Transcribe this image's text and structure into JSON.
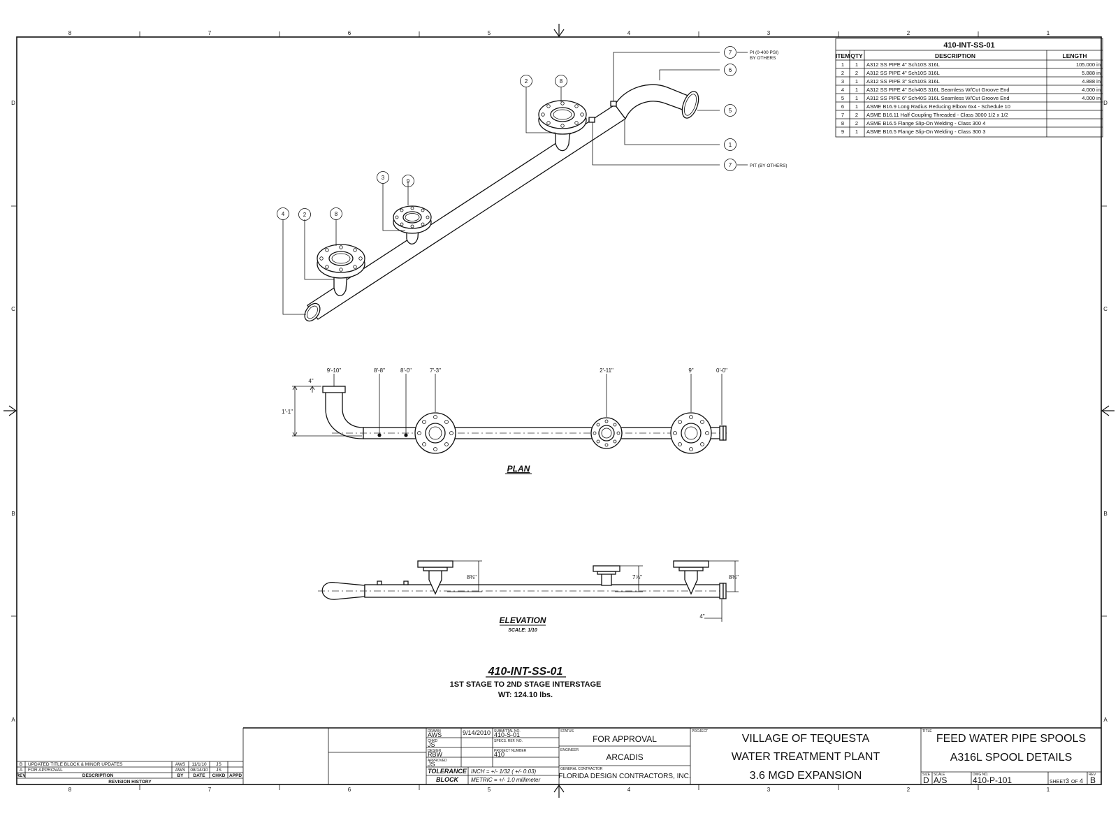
{
  "sheet": {
    "zone_numbers": [
      "8",
      "7",
      "6",
      "5",
      "4",
      "3",
      "2",
      "1"
    ],
    "zone_letters": [
      "D",
      "C",
      "B",
      "A"
    ]
  },
  "bom": {
    "title": "410-INT-SS-01",
    "headers": [
      "ITEM",
      "QTY",
      "DESCRIPTION",
      "LENGTH"
    ],
    "rows": [
      [
        "1",
        "1",
        "A312 SS PIPE 4\" Sch10S 316L",
        "105.000 in"
      ],
      [
        "2",
        "2",
        "A312 SS PIPE 4\" Sch10S 316L",
        "5.888 in"
      ],
      [
        "3",
        "1",
        "A312 SS PIPE 3\" Sch10S 316L",
        "4.888 in"
      ],
      [
        "4",
        "1",
        "A312 SS PIPE 4\" Sch40S 316L Seamless W/Cut Groove End",
        "4.000 in"
      ],
      [
        "5",
        "1",
        "A312 SS PIPE 6\" Sch40S 316L Seamless W/Cut Groove End",
        "4.000 in"
      ],
      [
        "6",
        "1",
        "ASME B16.9 Long Radius Reducing Elbow 6x4 - Schedule 10",
        ""
      ],
      [
        "7",
        "2",
        "ASME B16.11 Half Coupling Threaded - Class 3000 1/2 x 1/2",
        ""
      ],
      [
        "8",
        "2",
        "ASME B16.5 Flange Slip-On Welding - Class 300 4",
        ""
      ],
      [
        "9",
        "1",
        "ASME B16.5 Flange Slip-On Welding - Class 300 3",
        ""
      ]
    ]
  },
  "iso": {
    "balloons": [
      "2",
      "8",
      "3",
      "9",
      "4",
      "2",
      "8",
      "7",
      "6",
      "5",
      "1",
      "7"
    ],
    "note_pi_1": "PI (0-400 PSI)",
    "note_pi_2": "BY OTHERS",
    "note_pit": "PIT (BY OTHERS)"
  },
  "plan": {
    "title": "PLAN",
    "dims": [
      "9'-10\"",
      "8'-8\"",
      "8'-0\"",
      "7'-3\"",
      "2'-11\"",
      "9\"",
      "0'-0\""
    ],
    "dim_4": "4\"",
    "dim_11": "1'-1\""
  },
  "elevation": {
    "title": "ELEVATION",
    "scale": "SCALE: 1/10",
    "dims": [
      "8⅜\"",
      "7⅞\"",
      "8⅜\"",
      "4\""
    ]
  },
  "spool": {
    "id": "410-INT-SS-01",
    "desc": "1ST STAGE TO 2ND STAGE INTERSTAGE",
    "weight": "WT: 124.10 lbs."
  },
  "revisions": {
    "rows": [
      [
        "B",
        "UPDATED TITLE BLOCK & MINOR UPDATES",
        "AWS",
        "11/1/10",
        "JS",
        ""
      ],
      [
        "A",
        "FOR APPROVAL",
        "AWS",
        "08/14/10",
        "JS",
        ""
      ]
    ],
    "headers": [
      "REV",
      "DESCRIPTION",
      "BY",
      "DATE",
      "CHKD",
      "APPD"
    ],
    "caption": "REVISION HISTORY"
  },
  "titleblock": {
    "drawn_label": "DRAWN",
    "drawn": "AWS",
    "chkd_label": "CHKD",
    "chkd": "JS",
    "design_label": "DESIGN",
    "design": "RBW",
    "approved_label": "APPROVED",
    "approved": "JS",
    "date": "9/14/2010",
    "subm_label": "SUBMITTAL NO.",
    "subm": "410-S-01",
    "spec_label": "SPECS. REF. NO.",
    "projnum_label": "PROJECT NUMBER",
    "projnum": "410",
    "tol_title_1": "TOLERANCE",
    "tol_title_2": "BLOCK",
    "tol_inch": "INCH = +/- 1/32 ( +/- 0.03)",
    "tol_metric": "METRIC = +/- 1.0 millimeter",
    "status_label": "STATUS",
    "status": "FOR APPROVAL",
    "engineer_label": "ENGINEER",
    "engineer": "ARCADIS",
    "gc_label": "GENERAL CONTRACTOR",
    "gc": "FLORIDA DESIGN CONTRACTORS, INC.",
    "project_label": "PROJECT",
    "project_1": "VILLAGE OF TEQUESTA",
    "project_2": "WATER TREATMENT PLANT",
    "project_3": "3.6 MGD EXPANSION",
    "title_label": "TITLE",
    "title_1": "FEED WATER PIPE SPOOLS",
    "title_2": "A316L SPOOL DETAILS",
    "size_label": "SIZE",
    "size": "D",
    "scale_label": "SCALE",
    "scale": "A/S",
    "dwg_label": "DWG NO.",
    "dwg": "410-P-101",
    "sheet_label": "SHEET",
    "sheet_no": "3",
    "sheet_of": "OF",
    "sheet_total": "4",
    "rev_label": "REV",
    "rev": "B"
  }
}
